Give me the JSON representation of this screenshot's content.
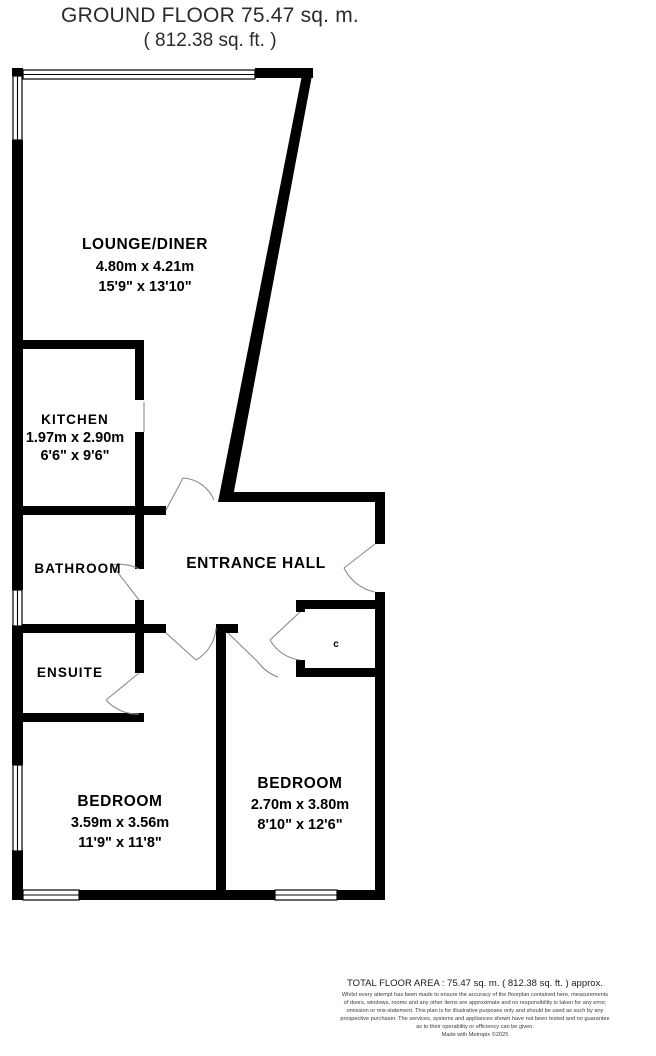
{
  "header": {
    "title_line1": "GROUND FLOOR 75.47 sq. m.",
    "title_line2": "( 812.38 sq. ft. )"
  },
  "rooms": [
    {
      "name": "LOUNGE/DINER",
      "dim_metric": "4.80m x 4.21m",
      "dim_imperial": "15'9\" x 13'10\""
    },
    {
      "name": "KITCHEN",
      "dim_metric": "1.97m x 2.90m",
      "dim_imperial": "6'6\" x 9'6\""
    },
    {
      "name": "BATHROOM",
      "dim_metric": "",
      "dim_imperial": ""
    },
    {
      "name": "ENTRANCE HALL",
      "dim_metric": "",
      "dim_imperial": ""
    },
    {
      "name": "ENSUITE",
      "dim_metric": "",
      "dim_imperial": ""
    },
    {
      "name": "BEDROOM",
      "dim_metric": "3.59m x 3.56m",
      "dim_imperial": "11'9\" x 11'8\""
    },
    {
      "name": "BEDROOM",
      "dim_metric": "2.70m x 3.80m",
      "dim_imperial": "8'10\" x 12'6\""
    }
  ],
  "cupboard": {
    "label": "c"
  },
  "footer": {
    "total_area": "TOTAL FLOOR AREA : 75.47 sq. m. ( 812.38 sq. ft. ) approx.",
    "disclaimer_line1": "Whilst every attempt has been made to ensure the accuracy of the floorplan contained here, measurements",
    "disclaimer_line2": "of doors, windows, rooms and any other items are approximate and no responsibility is taken for any error,",
    "disclaimer_line3": "omission or mis-statement. This plan is for illustrative purposes only and should be used as such by any",
    "disclaimer_line4": "prospective purchaser. The services, systems and appliances shown have not been tested and no guarantee",
    "disclaimer_line5": "as to their operability or efficiency can be given.",
    "made_with": "Made with Metropix ©2025"
  },
  "colors": {
    "wall": "#000000",
    "background": "#ffffff",
    "door_arc": "#8a8a8a",
    "text": "#1a1a1a"
  }
}
